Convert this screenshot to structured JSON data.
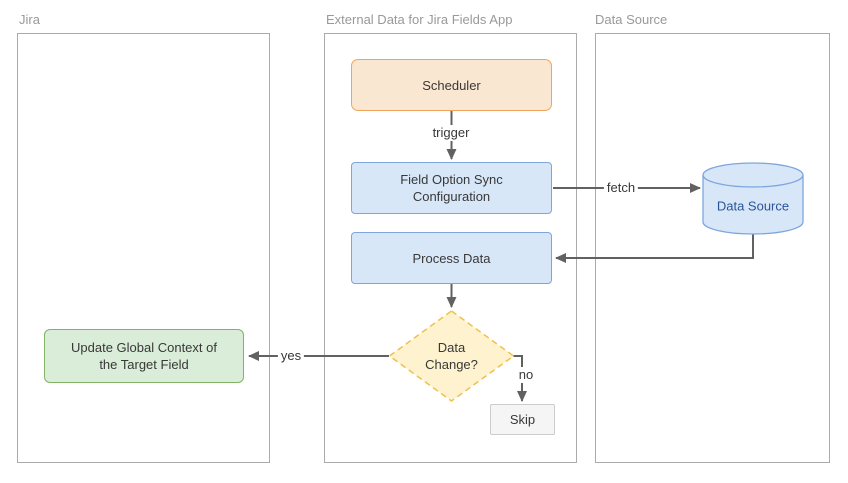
{
  "diagram": {
    "lanes": [
      {
        "id": "jira",
        "title": "Jira"
      },
      {
        "id": "app",
        "title": "External Data for Jira Fields App"
      },
      {
        "id": "datasource",
        "title": "Data Source"
      }
    ],
    "nodes": {
      "scheduler": {
        "label": "Scheduler"
      },
      "field_option_sync_configuration": {
        "label": "Field Option Sync Configuration"
      },
      "process_data": {
        "label": "Process Data"
      },
      "data_change_decision": {
        "label": "Data Change?"
      },
      "skip": {
        "label": "Skip"
      },
      "update_global_context": {
        "label": "Update Global Context of the Target Field"
      },
      "data_source_db": {
        "label": "Data Source"
      }
    },
    "edges": {
      "trigger": {
        "label": "trigger"
      },
      "fetch": {
        "label": "fetch"
      },
      "yes": {
        "label": "yes"
      },
      "no": {
        "label": "no"
      }
    },
    "colors": {
      "lane_border": "#ABABAB",
      "lane_title_text": "#999999",
      "node_text": "#383838",
      "edge_stroke": "#616161",
      "orange_fill": "#FAE7D1",
      "orange_border": "#F0A45C",
      "blue_fill": "#D8E7F8",
      "blue_border": "#7EA6DC",
      "green_fill": "#DAEDD8",
      "green_border": "#82B366",
      "yellow_fill": "#FEF3CE",
      "yellow_border": "#EFC052",
      "gray_fill": "#F5F5F5",
      "gray_border": "#CCCCCC",
      "database_text": "#29549B"
    }
  }
}
